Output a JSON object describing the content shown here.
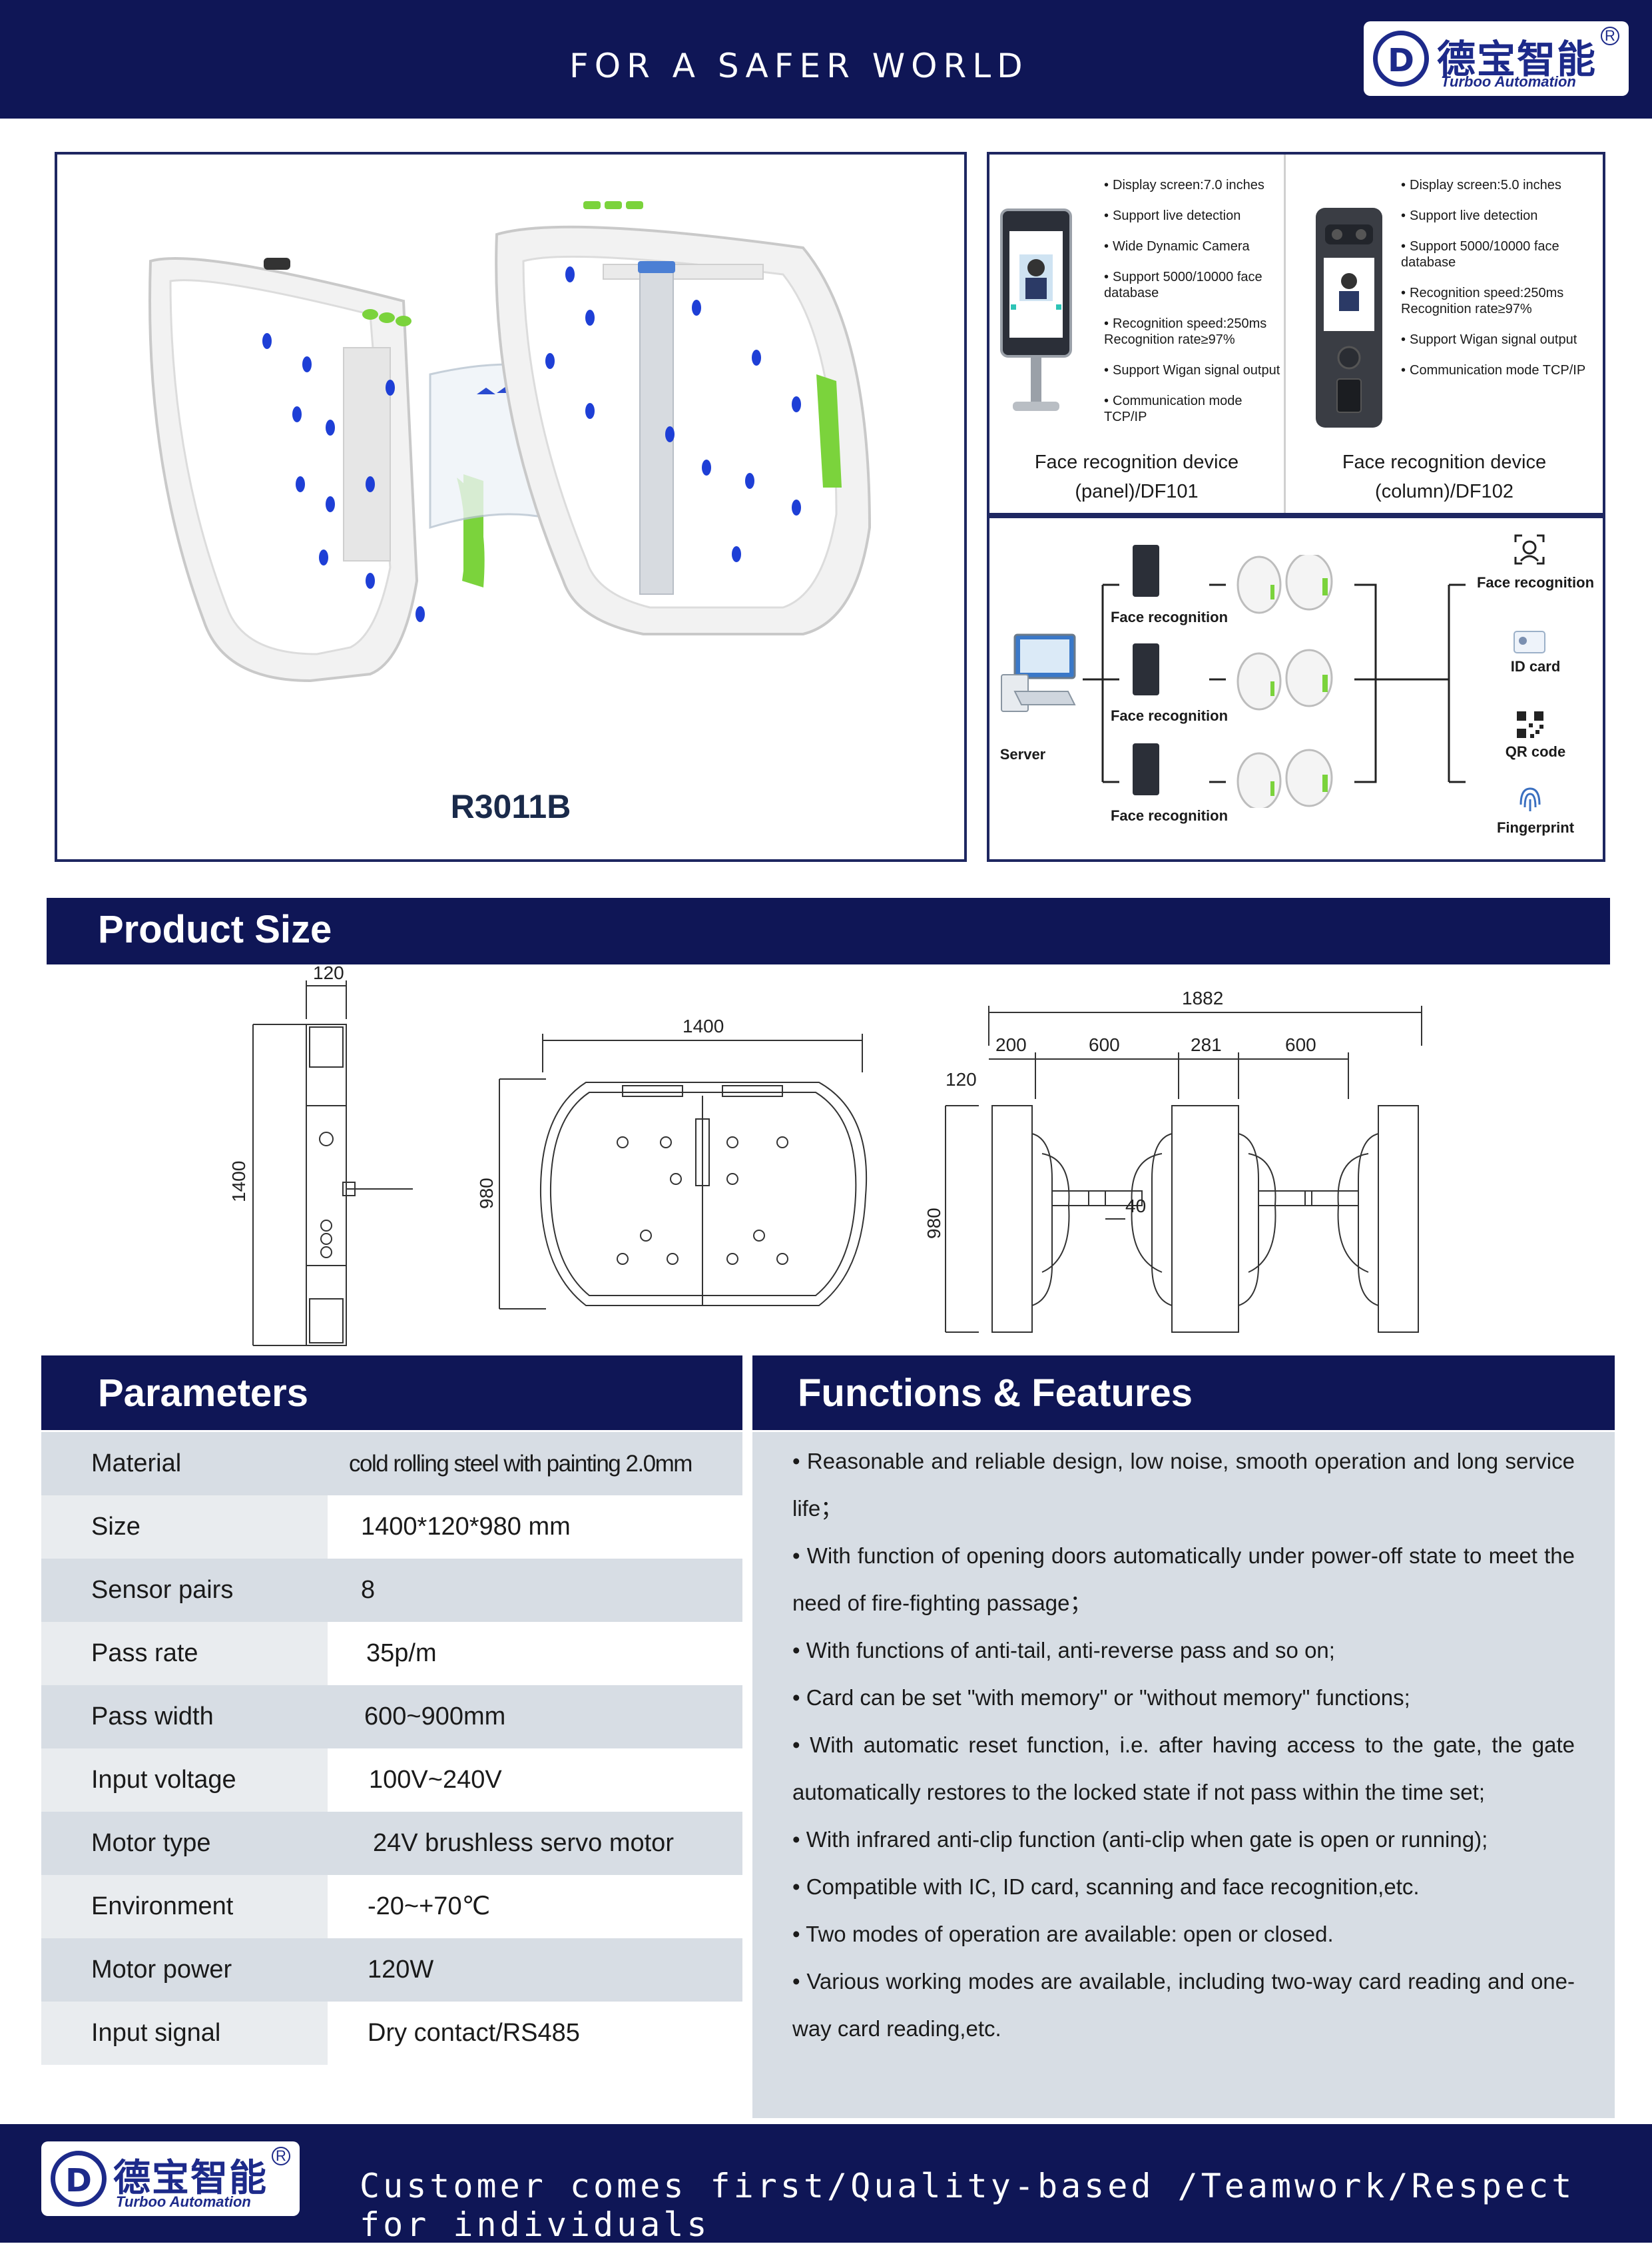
{
  "header": {
    "slogan": "FOR A SAFER WORLD",
    "logo_chinese": "德宝智能",
    "logo_english": "Turboo Automation",
    "logo_mark": "D",
    "logo_reg": "R"
  },
  "product": {
    "model": "R3011B"
  },
  "devices": [
    {
      "specs": [
        "Display screen:7.0 inches",
        "Support live detection",
        "Wide Dynamic Camera",
        "Support 5000/10000 face database",
        "Recognition speed:250ms Recognition rate≥97%",
        "Support Wigan signal output",
        "Communication mode TCP/IP"
      ],
      "name_line1": "Face recognition device",
      "name_line2": "(panel)/DF101"
    },
    {
      "specs": [
        "Display screen:5.0 inches",
        "Support live detection",
        "Support 5000/10000 face database",
        "Recognition speed:250ms Recognition rate≥97%",
        "Support Wigan signal output",
        "Communication mode TCP/IP"
      ],
      "name_line1": "Face recognition device",
      "name_line2": "(column)/DF102"
    }
  ],
  "network": {
    "server_label": "Server",
    "terminal_labels": [
      "Face recognition",
      "Face recognition",
      "Face recognition"
    ],
    "methods": [
      "Face recognition",
      "ID card",
      "QR code",
      "Fingerprint"
    ]
  },
  "product_size": {
    "title": "Product Size",
    "side_dims": [
      "120",
      "1400"
    ],
    "front_dims": [
      "1400",
      "980"
    ],
    "lane_dims": [
      "1882",
      "200",
      "600",
      "281",
      "600",
      "120",
      "980",
      "40"
    ]
  },
  "parameters": {
    "title": "Parameters",
    "rows": [
      {
        "key": "Material",
        "value": "cold rolling steel with painting 2.0mm"
      },
      {
        "key": "Size",
        "value": "1400*120*980 mm"
      },
      {
        "key": "Sensor pairs",
        "value": "8"
      },
      {
        "key": "Pass rate",
        "value": "35p/m"
      },
      {
        "key": "Pass width",
        "value": "600~900mm"
      },
      {
        "key": "Input voltage",
        "value": "100V~240V"
      },
      {
        "key": "Motor type",
        "value": "24V brushless servo motor"
      },
      {
        "key": "Environment",
        "value": "-20~+70℃"
      },
      {
        "key": "Motor power",
        "value": "120W"
      },
      {
        "key": "Input signal",
        "value": "Dry contact/RS485"
      }
    ]
  },
  "features": {
    "title": "Functions & Features",
    "items": [
      "• Reasonable and reliable design, low noise, smooth operation and long service life；",
      "• With function of opening doors automatically under power-off state to meet the need of fire-fighting passage；",
      "• With functions of anti-tail, anti-reverse pass and so on;",
      "• Card can be set \"with memory\" or \"without memory\" functions;",
      "• With automatic reset function, i.e. after having access to the gate, the gate automatically restores to the locked state if not pass within the time set;",
      "• With infrared anti-clip function (anti-clip when gate is open or running);",
      "• Compatible with IC, ID card, scanning and face recognition,etc.",
      "• Two modes of operation are available: open or closed.",
      "• Various working modes are available, including two-way card reading and one-way card reading,etc."
    ]
  },
  "footer": {
    "motto": "Customer comes first/Quality-based /Teamwork/Respect for individuals",
    "logo_chinese": "德宝智能",
    "logo_english": "Turboo Automation",
    "logo_mark": "D",
    "logo_reg": "R"
  },
  "colors": {
    "navy": "#0f1656",
    "panel_border": "#1e2761",
    "table_gray": "#d7dde4",
    "gate_green": "#7bd33c",
    "sensor_blue": "#1e3fd6"
  }
}
